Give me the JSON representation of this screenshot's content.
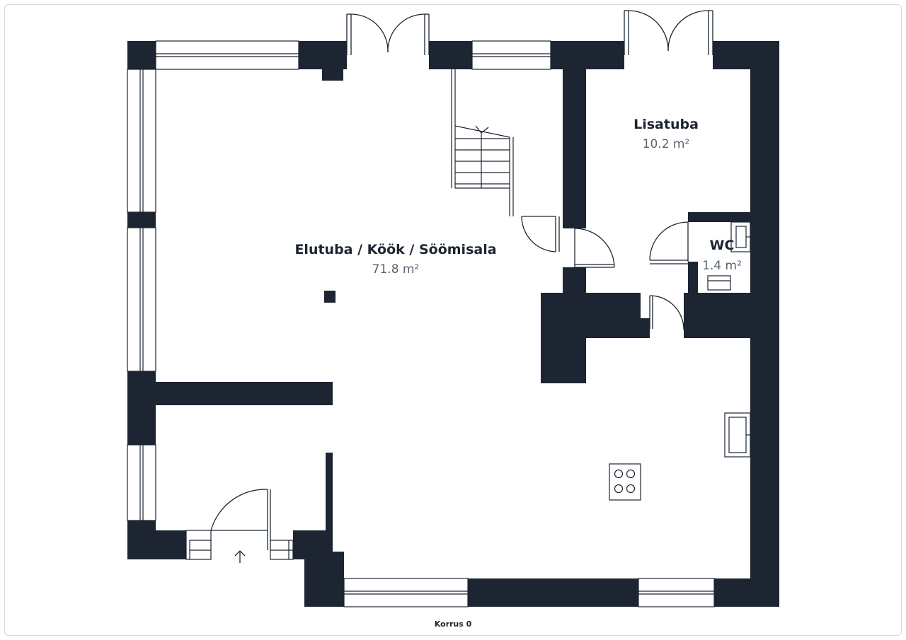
{
  "colors": {
    "wall": "#1c2531",
    "line": "#1c2531",
    "background": "#ffffff",
    "area_text": "#5a6470"
  },
  "rooms": [
    {
      "name": "Elutuba / Köök / Söömisala",
      "area": "71.8 m²"
    },
    {
      "name": "Lisatuba",
      "area": "10.2 m²"
    },
    {
      "name": "WC",
      "area": "1.4 m²"
    }
  ],
  "floor_label": "Korrus 0",
  "icons": {
    "entrance": "entrance-arrow-icon",
    "stove": "cooktop-icon",
    "sink": "sink-icon",
    "toilet": "toilet-icon",
    "stairs": "stairs-icon"
  }
}
